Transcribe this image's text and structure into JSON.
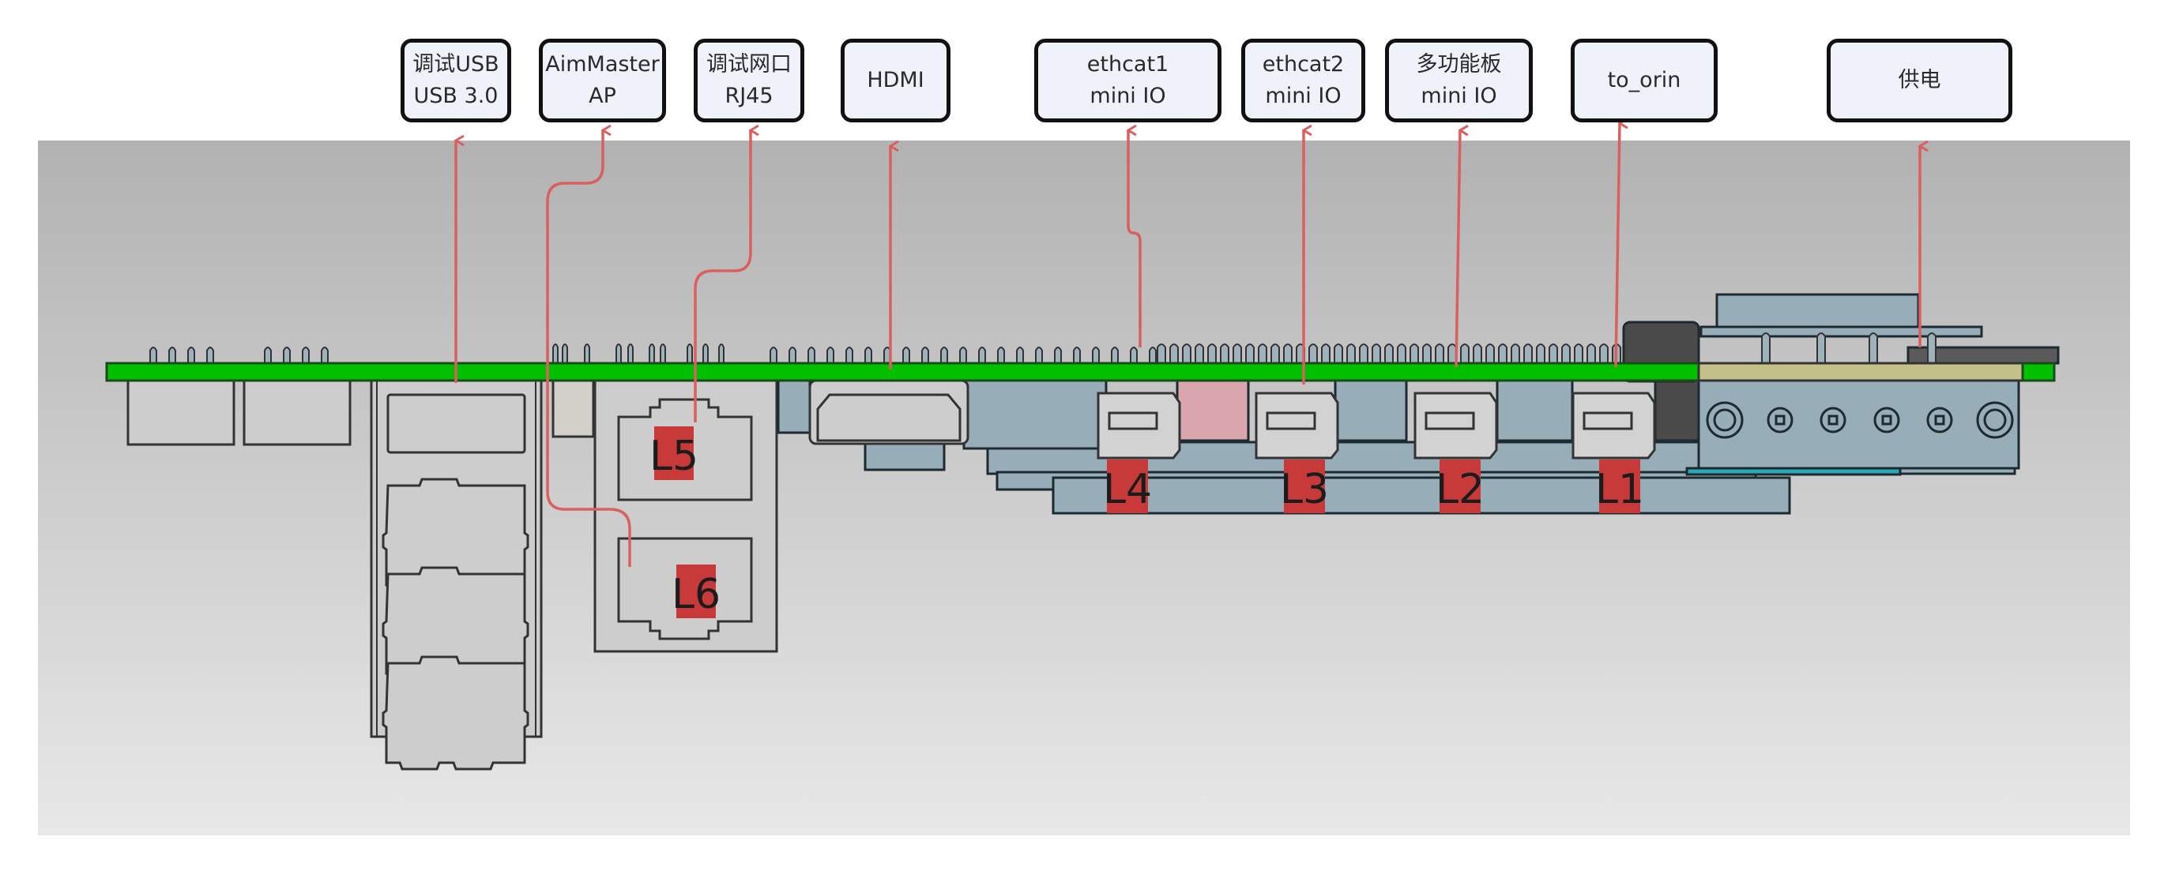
{
  "diagram": {
    "title": "PCB side view connector map",
    "colors": {
      "callout_line": "#d9605e",
      "port_tag_bg": "#c8393a",
      "pcb_green": "#00c000",
      "box_fill": "#eff2fa",
      "box_border": "#111111",
      "component_blue": "#97adb7",
      "component_gray": "#cfcfcf"
    },
    "callouts": [
      {
        "id": "debug-usb",
        "lines": [
          "调试USB",
          "USB 3.0"
        ]
      },
      {
        "id": "aimmaster-ap",
        "lines": [
          "AimMaster",
          "AP"
        ]
      },
      {
        "id": "debug-ethernet",
        "lines": [
          "调试网口",
          "RJ45"
        ]
      },
      {
        "id": "hdmi",
        "lines": [
          "HDMI"
        ]
      },
      {
        "id": "ethcat1",
        "lines": [
          "ethcat1",
          "mini IO"
        ]
      },
      {
        "id": "ethcat2",
        "lines": [
          "ethcat2",
          "mini IO"
        ]
      },
      {
        "id": "multifunction-board",
        "lines": [
          "多功能板",
          "mini IO"
        ]
      },
      {
        "id": "to-orin",
        "lines": [
          "to_orin"
        ]
      },
      {
        "id": "power-supply",
        "lines": [
          "供电"
        ]
      }
    ],
    "port_tags": [
      "L1",
      "L2",
      "L3",
      "L4",
      "L5",
      "L6"
    ]
  }
}
